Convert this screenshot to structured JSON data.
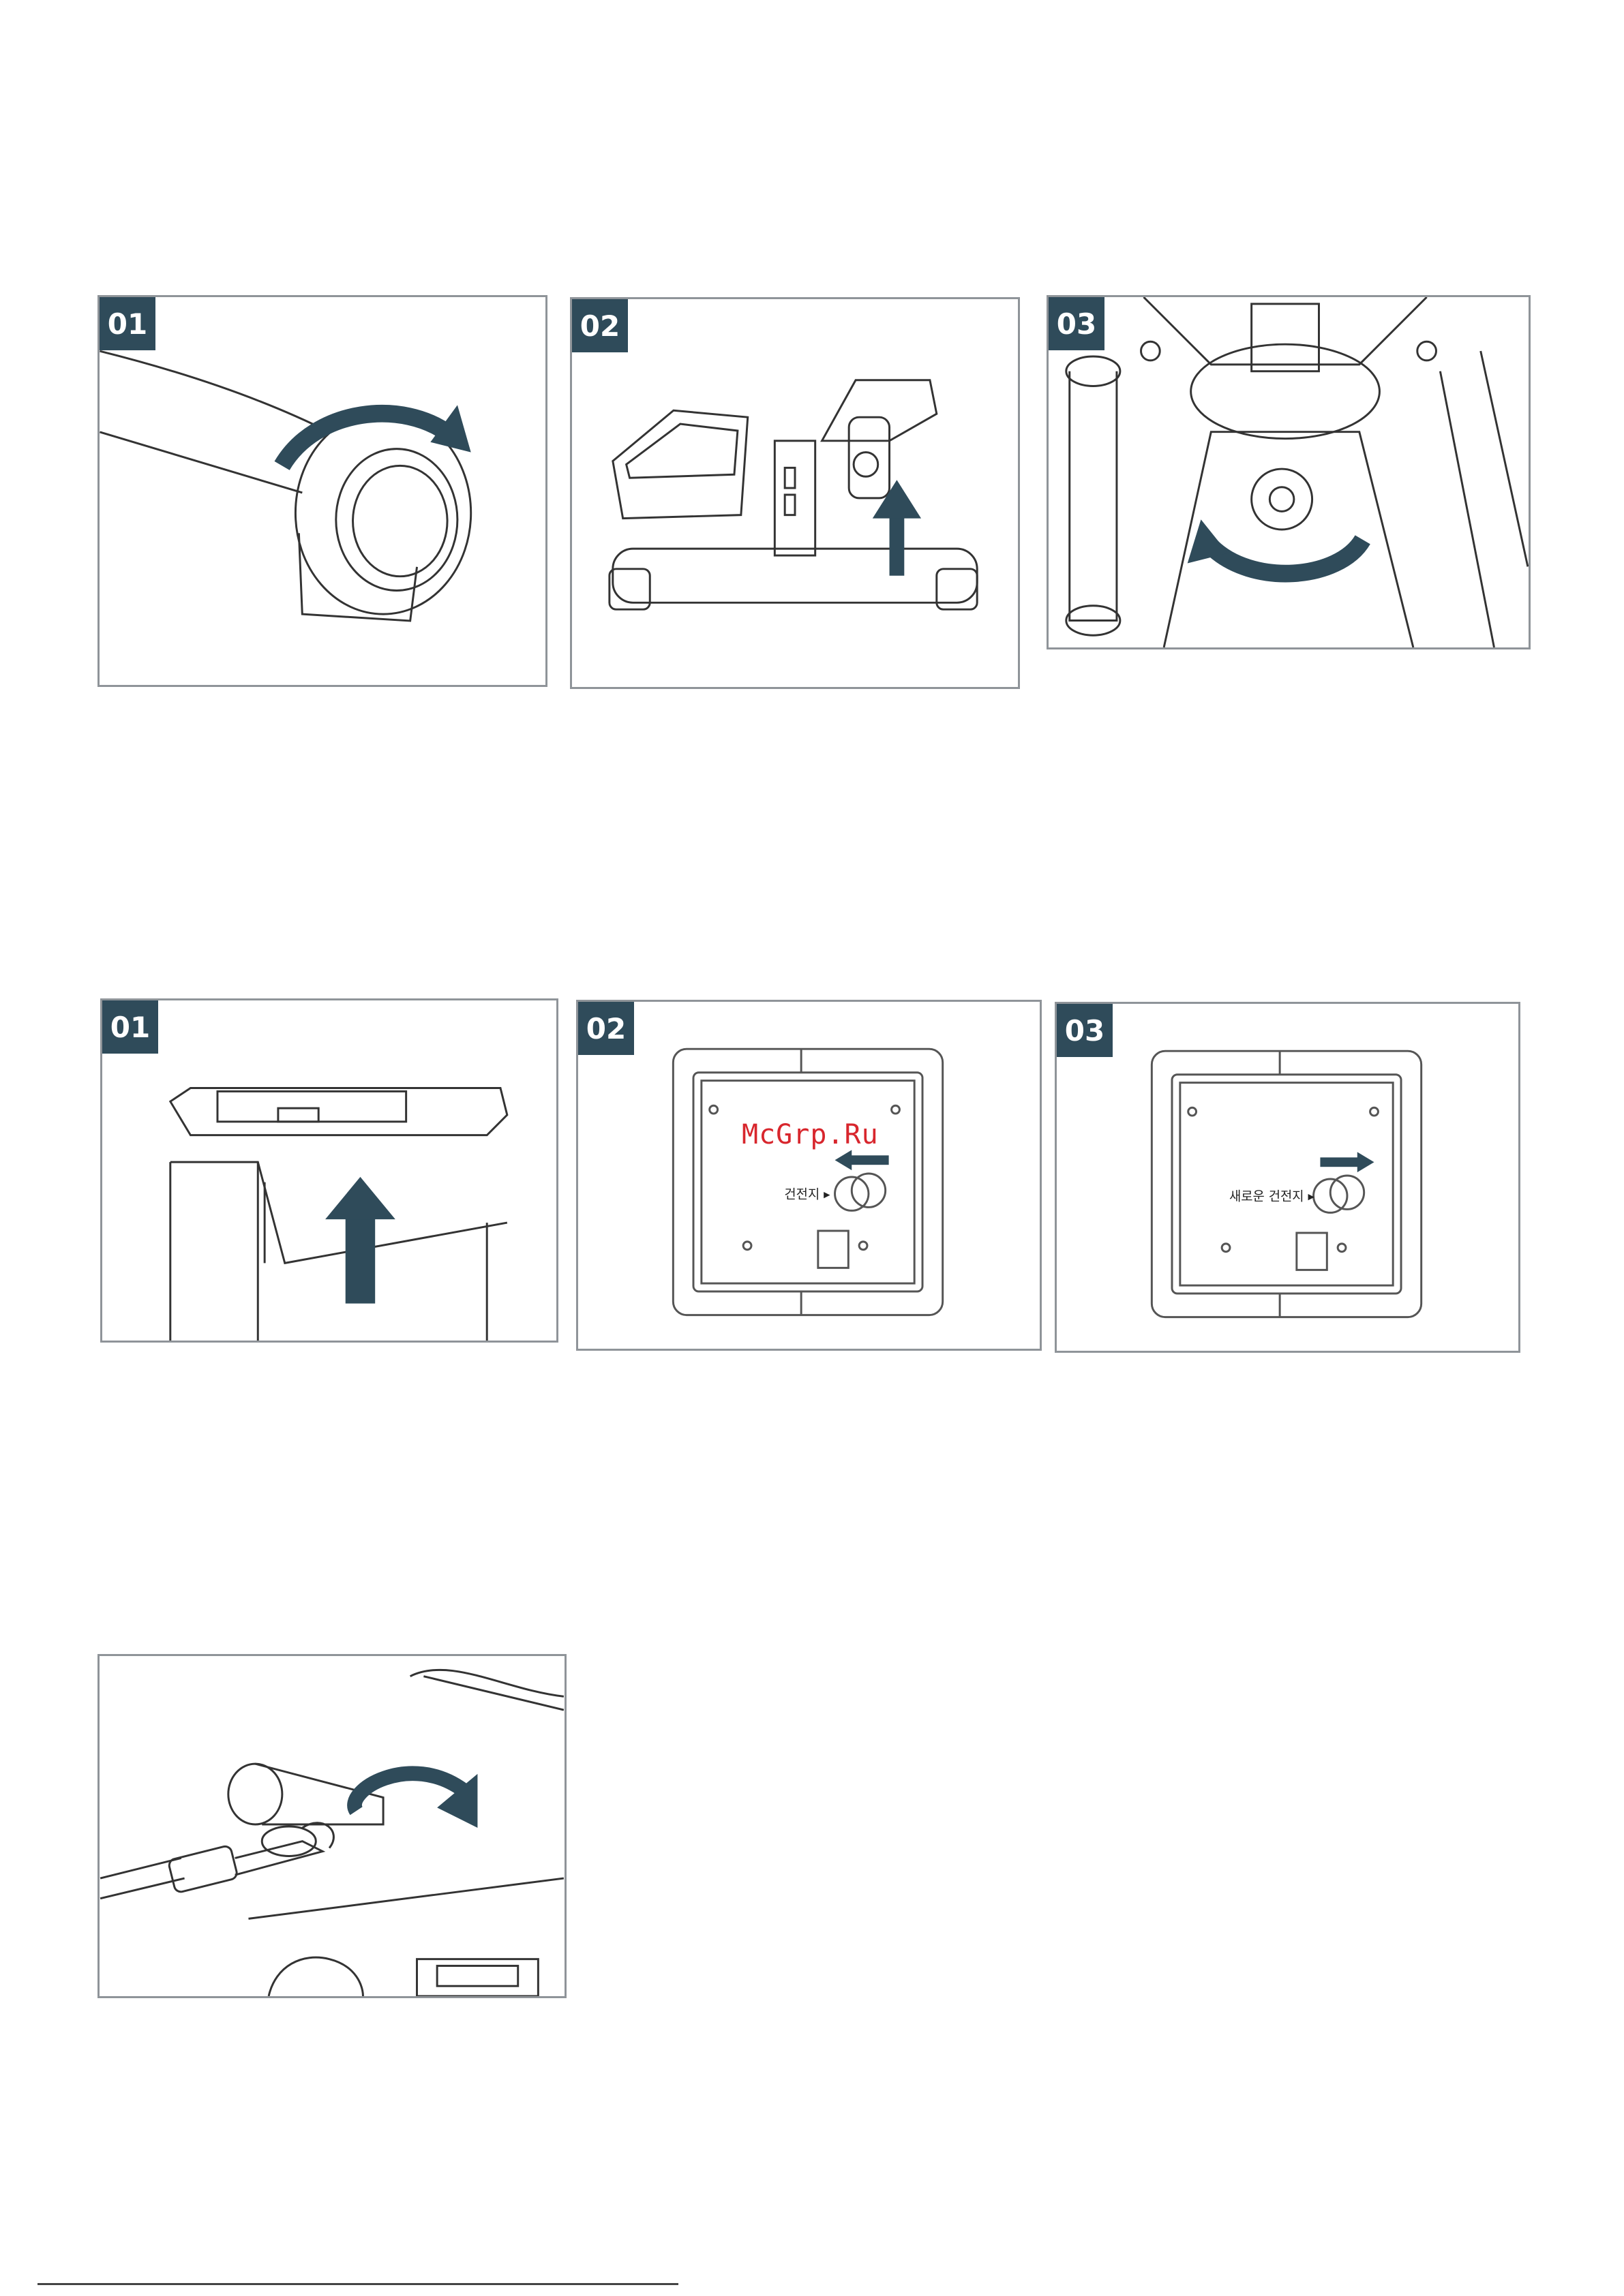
{
  "row1": [
    {
      "step": "01",
      "icon": "handle-cap-rotate-illustration"
    },
    {
      "step": "02",
      "icon": "stepper-lift-illustration"
    },
    {
      "step": "03",
      "icon": "knob-rotate-illustration"
    }
  ],
  "row2": [
    {
      "step": "01",
      "icon": "display-remove-illustration"
    },
    {
      "step": "02",
      "icon": "battery-remove-illustration",
      "battery_label": "건전지 ▸"
    },
    {
      "step": "03",
      "icon": "battery-insert-illustration",
      "battery_label": "새로운 건전지 ▸"
    }
  ],
  "row3": {
    "icon": "cable-hook-illustration"
  },
  "watermark": "McGrp.Ru",
  "colors": {
    "accent": "#2f4b5a",
    "line": "#333333",
    "frame": "#8f9499",
    "watermark": "#d8262d"
  }
}
